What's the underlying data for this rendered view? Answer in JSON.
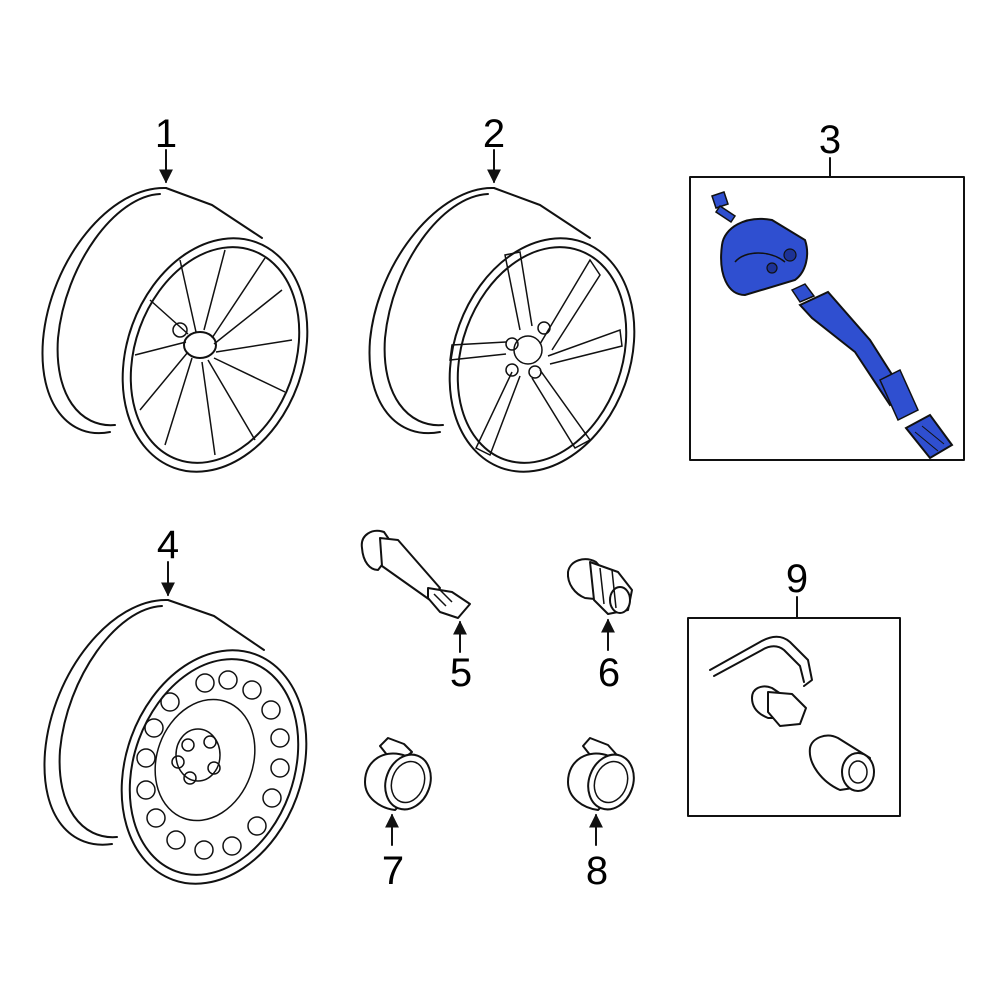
{
  "callouts": [
    "1",
    "2",
    "3",
    "4",
    "5",
    "6",
    "7",
    "8",
    "9"
  ],
  "highlight_color": "#2f4fd0",
  "parts": [
    {
      "number": "1",
      "icon": "alloy-wheel-icon"
    },
    {
      "number": "2",
      "icon": "alloy-wheel-icon"
    },
    {
      "number": "3",
      "icon": "tpms-sensor-kit-icon",
      "highlighted": true
    },
    {
      "number": "4",
      "icon": "steel-wheel-icon"
    },
    {
      "number": "5",
      "icon": "valve-stem-icon"
    },
    {
      "number": "6",
      "icon": "lug-nut-icon"
    },
    {
      "number": "7",
      "icon": "center-cap-icon"
    },
    {
      "number": "8",
      "icon": "center-cap-icon"
    },
    {
      "number": "9",
      "icon": "lock-kit-icon"
    }
  ]
}
